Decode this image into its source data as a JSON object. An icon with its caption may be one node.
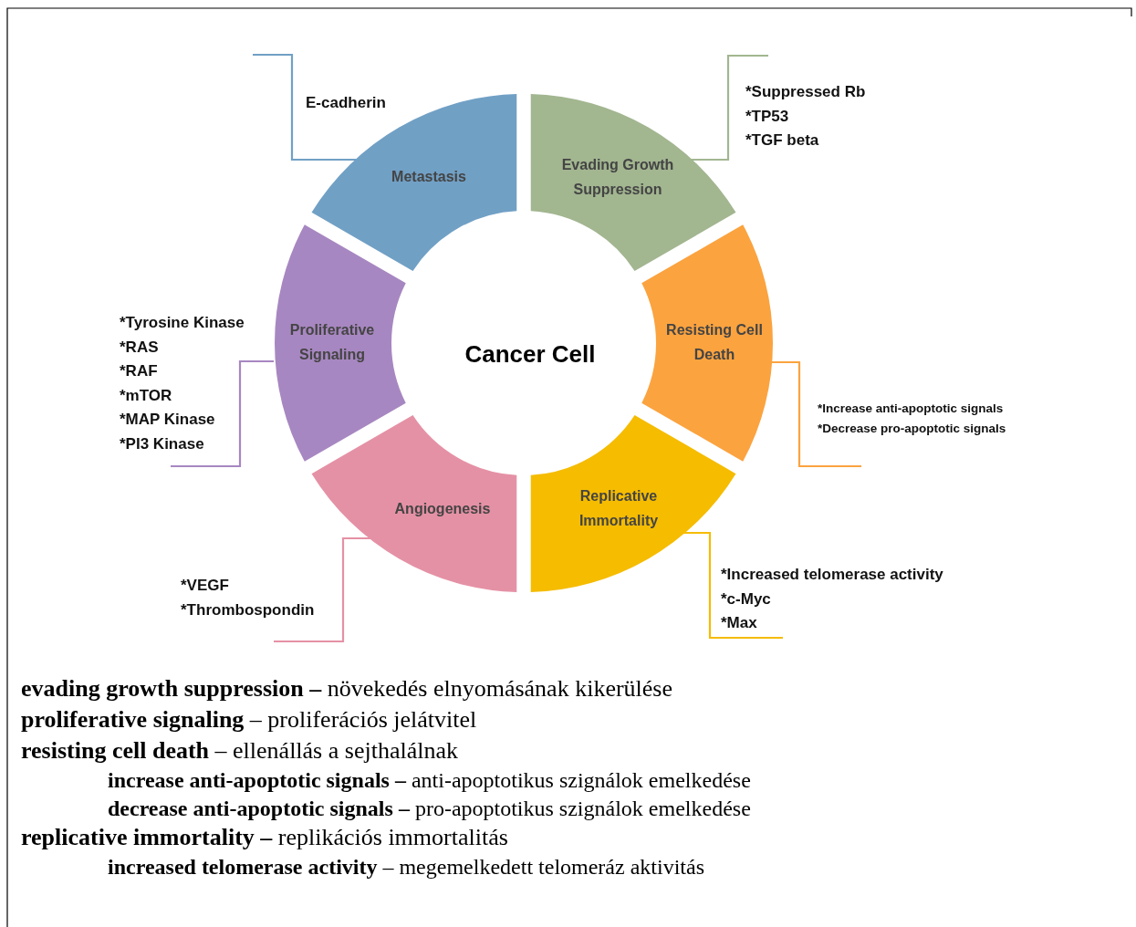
{
  "diagram": {
    "nodes": [
      {
        "text": [
          "Metastasis"
        ]
      },
      {
        "text": [
          "Evading Growth Suppression"
        ]
      },
      {
        "text": [
          "Resisting Cell Death"
        ]
      },
      {
        "text": [
          "Replicative Immortality"
        ]
      },
      {
        "text": [
          "Angiogenesis"
        ]
      },
      {
        "text": [
          "Proliferative Signaling"
        ]
      },
      {
        "text": [
          "E-cadherin"
        ]
      },
      {
        "text": [
          "*Suppressed Rb",
          "*TP53",
          "*TGF beta"
        ]
      },
      {
        "text": [
          "*Increase  anti-apoptotic signals",
          "*Decrease pro-apoptotic signals"
        ]
      },
      {
        "text": [
          "*Increased telomerase activity",
          "*c-Myc",
          "*Max"
        ]
      },
      {
        "text": [
          "*VEGF",
          "*Thrombospondin"
        ]
      },
      {
        "text": [
          "*Tyrosine Kinase",
          "*RAS",
          "*RAF",
          "*mTOR",
          "*MAP Kinase",
          "*PI3 Kinase"
        ]
      }
    ],
    "edges": [
      {
        "from": 0,
        "to": 6,
        "arrow": "none",
        "color": "#71a0c5"
      },
      {
        "from": 1,
        "to": 7,
        "arrow": "none",
        "color": "#a2b690"
      },
      {
        "from": 2,
        "to": 8,
        "arrow": "none",
        "color": "#fba33f"
      },
      {
        "from": 3,
        "to": 9,
        "arrow": "none",
        "color": "#f5bc00"
      },
      {
        "from": 4,
        "to": 10,
        "arrow": "none",
        "color": "#e591a5"
      },
      {
        "from": 5,
        "to": 11,
        "arrow": "none",
        "color": "#a787c1"
      }
    ],
    "labels": [
      "Cancer Cell",
      "**evading growth suppression –** növekedés elnyomásának kikerülése",
      "**proliferative signaling** – proliferációs jelátvitel",
      "**resisting cell death** – ellenállás a sejthalálnak",
      "**increase anti-apoptotic signals –** anti-apoptotikus szignálok emelkedése",
      "**decrease anti-apoptotic signals –** pro-apoptotikus szignálok emelkedése",
      "**replicative immortality –** replikációs immortalitás",
      "**increased telomerase activity** – megemelkedett telomeráz aktivitás"
    ]
  }
}
